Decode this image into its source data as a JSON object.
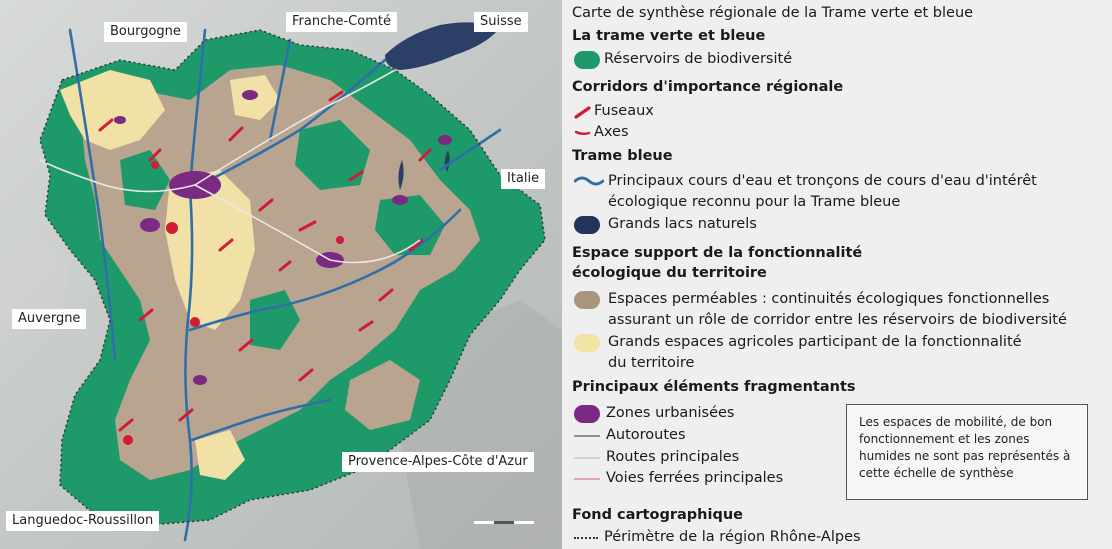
{
  "map": {
    "region_labels": {
      "bourgogne": "Bourgogne",
      "franche_comte": "Franche-Comté",
      "suisse": "Suisse",
      "italie": "Italie",
      "auvergne": "Auvergne",
      "paca": "Provence-Alpes-Côte d'Azur",
      "languedoc": "Languedoc-Roussillon"
    },
    "colors": {
      "relief": "#c9ccc9",
      "reservoir": "#1e9a6a",
      "permeable": "#b8a48f",
      "agricultural": "#f2e1a6",
      "lake": "#2c3f66",
      "river": "#2f6fa8",
      "urban": "#7a2a82",
      "corridor": "#d01c34",
      "perimeter": "#333333"
    }
  },
  "legend": {
    "title": "Carte de synthèse régionale de la Trame verte et bleue",
    "sections": {
      "tvb": {
        "heading": "La trame verte et bleue",
        "reservoirs": "Réservoirs de biodiversité"
      },
      "corridors": {
        "heading": "Corridors d'importance régionale",
        "fuseaux": "Fuseaux",
        "axes": "Axes"
      },
      "trame_bleue": {
        "heading": "Trame bleue",
        "rivers_line1": "Principaux cours d'eau et tronçons de cours d'eau d'intérêt",
        "rivers_line2": "écologique reconnu pour la Trame bleue",
        "lakes": "Grands lacs naturels"
      },
      "espace_support": {
        "heading_line1": "Espace support de la fonctionnalité",
        "heading_line2": "écologique du territoire",
        "permeable_line1": "Espaces perméables : continuités écologiques fonctionnelles",
        "permeable_line2": "assurant un rôle de corridor entre les réservoirs de biodiversité",
        "agri_line1": "Grands espaces agricoles participant de la fonctionnalité",
        "agri_line2": "du territoire"
      },
      "fragmentants": {
        "heading": "Principaux éléments fragmentants",
        "urban": "Zones urbanisées",
        "autoroutes": "Autoroutes",
        "routes": "Routes principales",
        "voies": "Voies ferrées principales"
      },
      "fond": {
        "heading": "Fond cartographique",
        "perimetre": "Périmètre de la région Rhône-Alpes"
      }
    },
    "note": "Les espaces de mobilité, de bon fonctionnement et les zones humides ne sont pas représentés à cette échelle de synthèse",
    "swatch_colors": {
      "reservoir": "#1e9a6a",
      "corridor": "#d01c34",
      "river": "#2f6fa8",
      "lake": "#22345a",
      "permeable": "#a89580",
      "agricultural": "#f3e3a4",
      "urban": "#7a2a82",
      "autoroute": "#8e8e8e",
      "route": "#cfcfcf",
      "voie": "#d9a7b8",
      "perimeter": "#333333"
    }
  }
}
